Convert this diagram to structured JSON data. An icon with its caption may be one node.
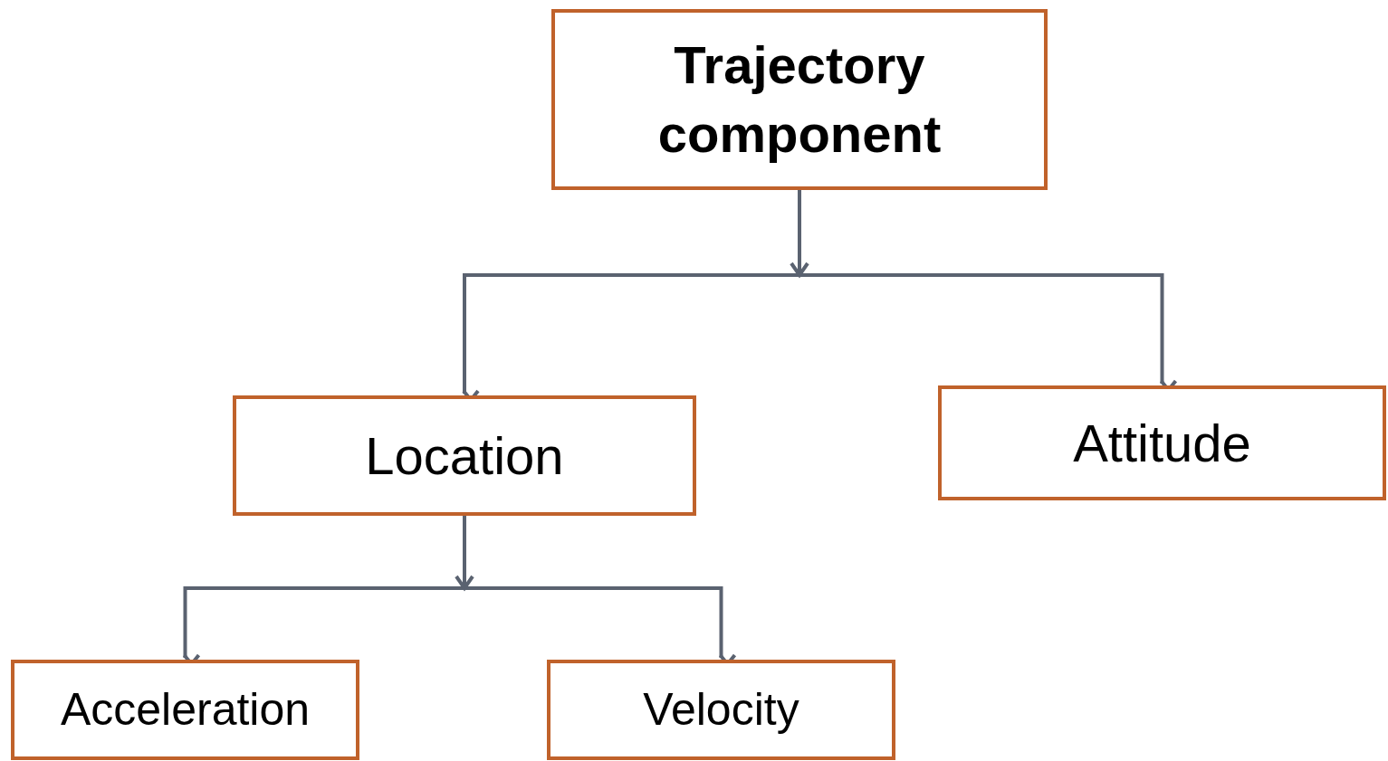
{
  "diagram": {
    "nodes": [
      {
        "text": [
          "Trajectory component"
        ]
      },
      {
        "text": [
          "Location"
        ]
      },
      {
        "text": [
          "Attitude"
        ]
      },
      {
        "text": [
          "Acceleration"
        ]
      },
      {
        "text": [
          "Velocity"
        ]
      }
    ],
    "edges": [
      {
        "from": 0,
        "to": 1,
        "arrow": "to"
      },
      {
        "from": 0,
        "to": 2,
        "arrow": "to"
      },
      {
        "from": 1,
        "to": 3,
        "arrow": "to"
      },
      {
        "from": 1,
        "to": 4,
        "arrow": "to"
      }
    ]
  }
}
